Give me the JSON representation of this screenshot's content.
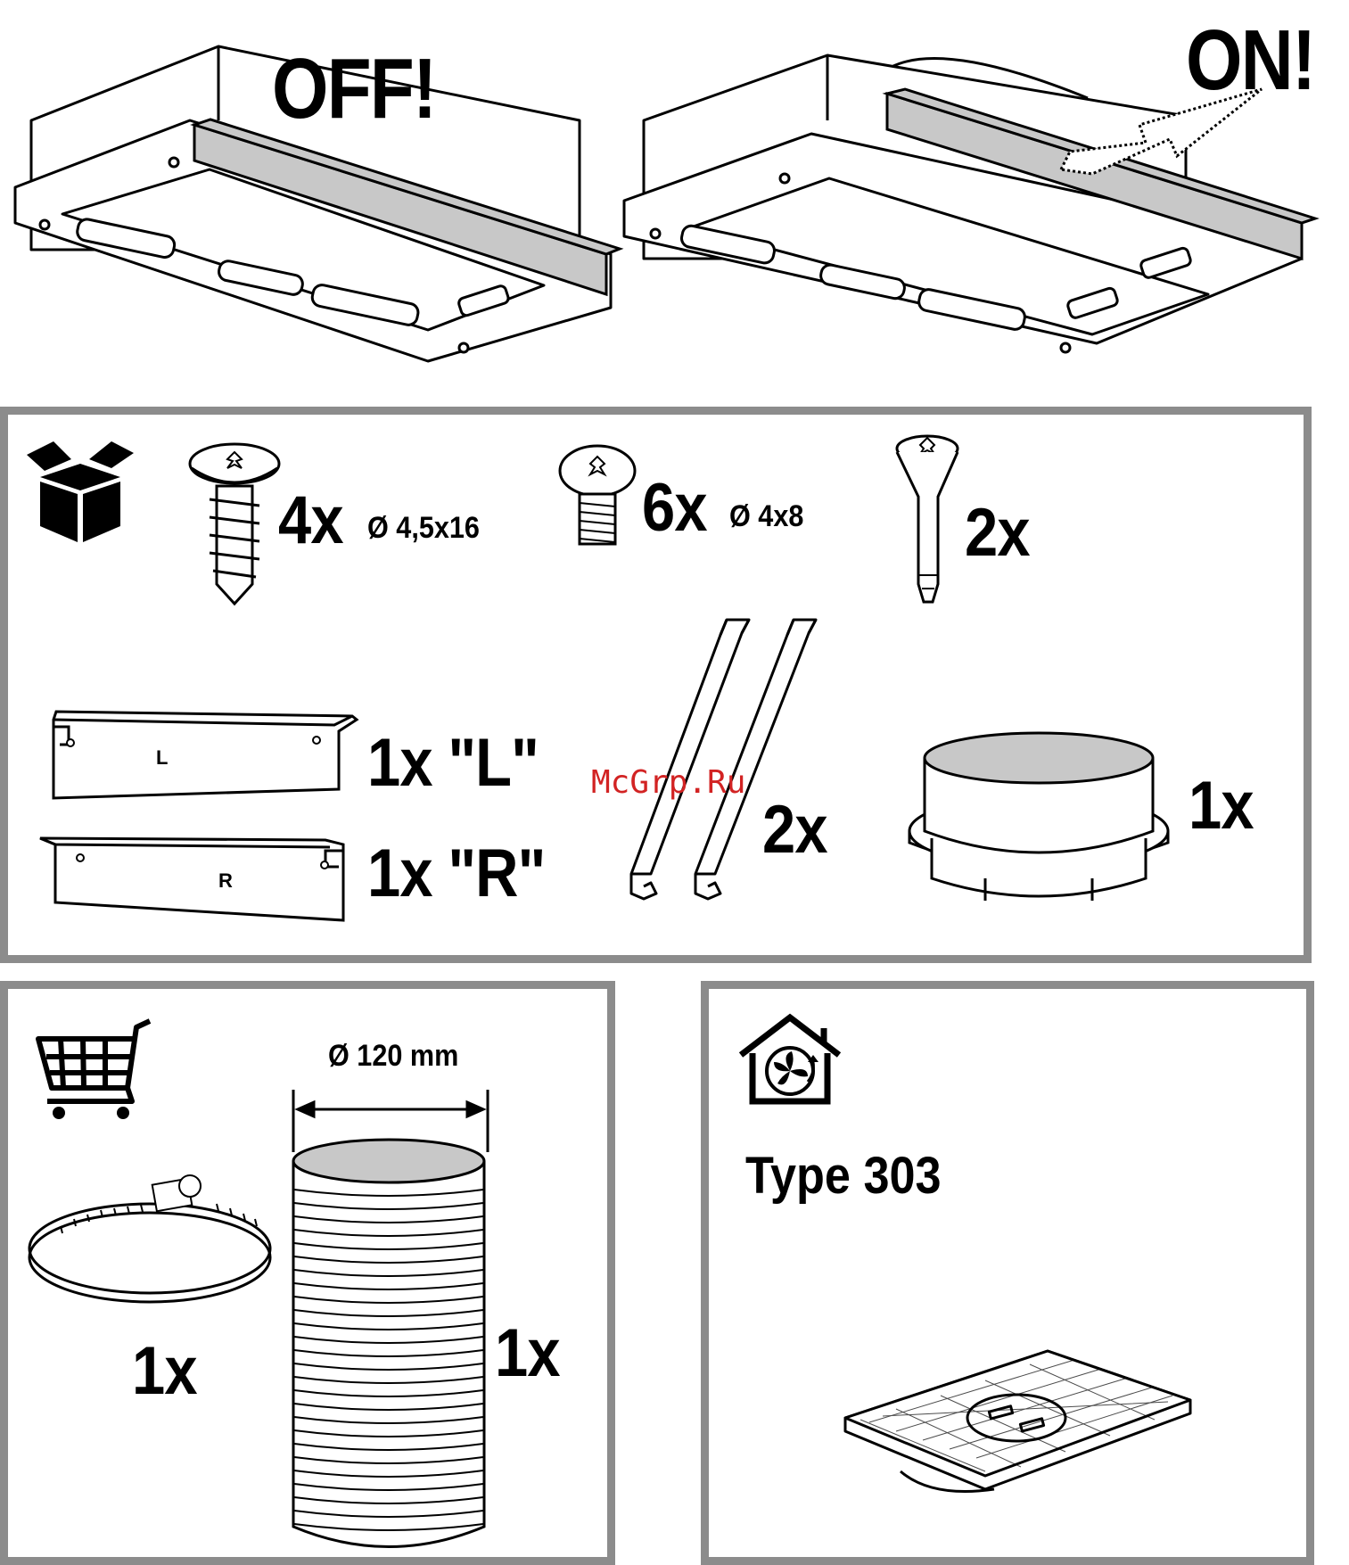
{
  "top": {
    "off_label": "OFF!",
    "on_label": "ON!"
  },
  "parts": {
    "screw_large": {
      "qty": "4x",
      "size": "Ø 4,5x16"
    },
    "screw_small": {
      "qty": "6x",
      "size": "Ø 4x8"
    },
    "pin": {
      "qty": "2x"
    },
    "bracket_left": {
      "qty": "1x \"L\"",
      "mark": "L"
    },
    "bracket_right": {
      "qty": "1x \"R\"",
      "mark": "R"
    },
    "rails": {
      "qty": "2x"
    },
    "collar": {
      "qty": "1x"
    }
  },
  "watermark": "McGrp.Ru",
  "accessories": {
    "duct_diameter": "Ø 120 mm",
    "clamp_qty": "1x",
    "duct_qty": "1x"
  },
  "filter": {
    "type_label": "Type 303"
  },
  "colors": {
    "frame": "#8c8c8c",
    "front_panel": "#c8c8c8",
    "watermark": "#d22323"
  },
  "icons": [
    "box-icon",
    "shopping-cart-icon",
    "ventilation-house-icon"
  ]
}
